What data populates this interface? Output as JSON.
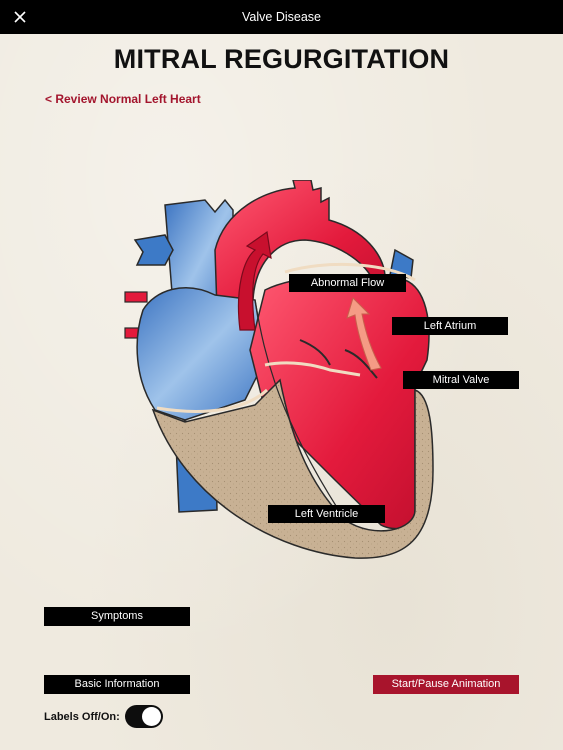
{
  "header": {
    "title": "Valve Disease",
    "close_icon": "close-icon"
  },
  "page": {
    "title": "MITRAL REGURGITATION",
    "back_link": "< Review Normal Left Heart"
  },
  "diagram": {
    "labels": {
      "abnormal_flow": "Abnormal Flow",
      "left_atrium": "Left Atrium",
      "mitral_valve": "Mitral Valve",
      "left_ventricle": "Left Ventricle"
    },
    "colors": {
      "oxygenated": "#e8203f",
      "deoxygenated": "#4d86cc",
      "muscle": "#c9b397",
      "outline": "#2a2a2a"
    }
  },
  "buttons": {
    "symptoms": "Symptoms",
    "basic_information": "Basic Information",
    "start_pause": "Start/Pause Animation"
  },
  "toggle": {
    "label": "Labels Off/On:",
    "state": "on"
  }
}
